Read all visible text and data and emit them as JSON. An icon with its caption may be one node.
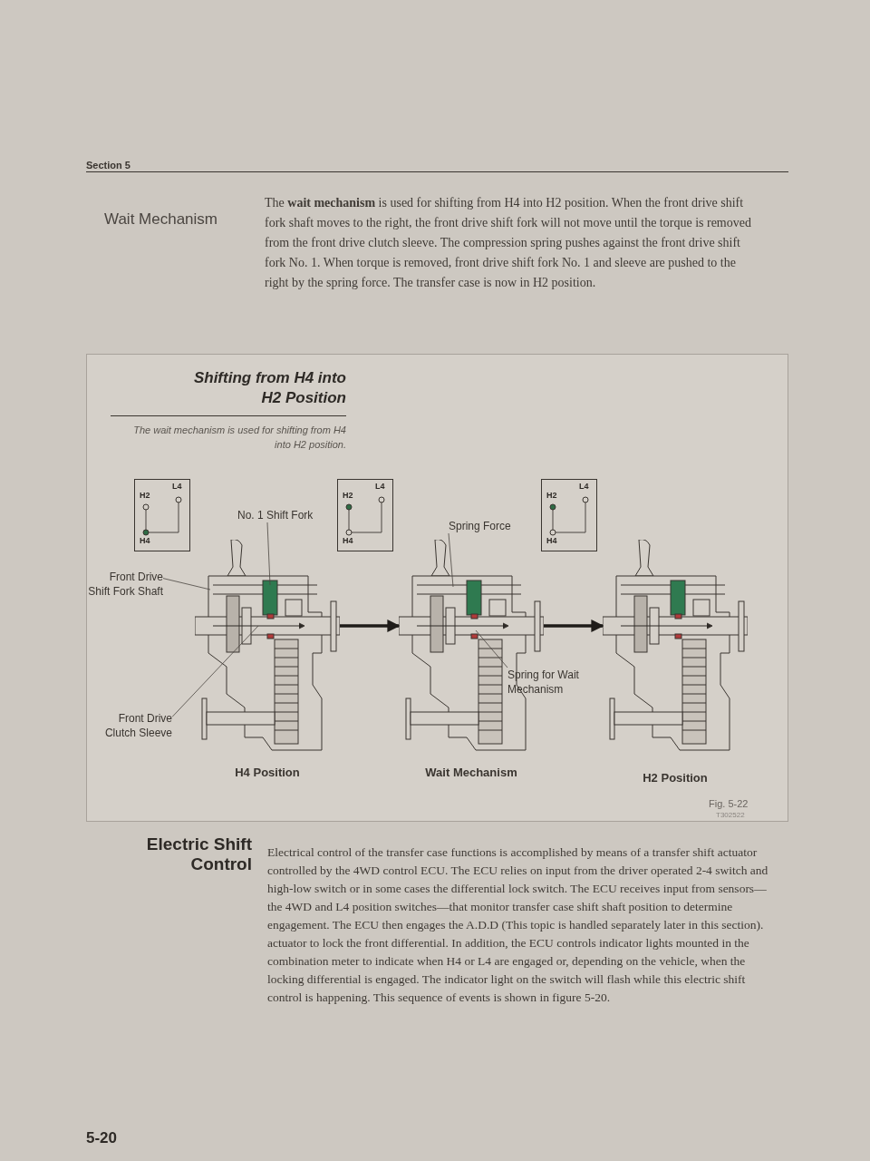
{
  "diagram": {
    "title": "Shifting from H4 into H2 Position",
    "caption": "The wait mechanism is used for shifting from H4 into H2 position.",
    "nodes": [
      {
        "text": [
          "H2",
          "L4",
          "H4"
        ]
      },
      {
        "text": [
          "H2",
          "L4",
          "H4"
        ]
      },
      {
        "text": [
          "H2",
          "L4",
          "H4"
        ]
      },
      {
        "text": [],
        "shape": "picture",
        "beside": [
          "H4 Position"
        ]
      },
      {
        "text": [],
        "shape": "picture",
        "beside": [
          "Wait Mechanism"
        ]
      },
      {
        "text": [],
        "shape": "picture",
        "beside": [
          "H2 Position"
        ]
      },
      {
        "text": [
          "No. 1 Shift Fork"
        ]
      },
      {
        "text": [
          "Spring Force"
        ]
      },
      {
        "text": [
          "Front Drive Shift Fork Shaft"
        ]
      },
      {
        "text": [
          "Spring for Wait Mechanism"
        ]
      },
      {
        "text": [
          "Front Drive Clutch Sleeve"
        ]
      }
    ],
    "edges": [
      {
        "from": 3,
        "to": 4,
        "arrow": "to",
        "style": "thick"
      },
      {
        "from": 4,
        "to": 5,
        "arrow": "to",
        "style": "thick"
      },
      {
        "from": 6,
        "to": 3,
        "arrow": "none"
      },
      {
        "from": 7,
        "to": 4,
        "arrow": "none"
      },
      {
        "from": 8,
        "to": 3,
        "arrow": "none"
      },
      {
        "from": 9,
        "to": 4,
        "arrow": "none"
      },
      {
        "from": 10,
        "to": 3,
        "arrow": "none"
      }
    ],
    "labels": [
      "Section 5",
      "Wait Mechanism",
      "The **wait mechanism** is used for shifting from H4 into H2 position. When the front drive shift fork shaft moves to the right, the front drive shift fork will not move until the torque is removed from the front drive clutch sleeve. The compression spring pushes against the front drive shift fork No. 1. When torque is removed, front drive shift fork No. 1 and sleeve are pushed to the right by the spring force. The transfer case is now in H2 position.",
      "Fig. 5-22",
      "T302522",
      "Electric Shift Control",
      "Electrical control of the transfer case functions is accomplished by means of a transfer shift actuator controlled by the 4WD control ECU. The ECU relies on input from the driver operated 2-4 switch and high-low switch or in some cases the differential lock switch. The ECU receives input from sensors—the 4WD and L4 position switches—that monitor transfer case shift shaft position to determine engagement. The ECU then engages the A.D.D (This topic is handled separately later in this section). actuator to lock the front differential. In addition, the ECU controls indicator lights mounted in the combination meter to indicate when H4 or L4 are engaged or, depending on the vehicle, when the locking differential is engaged. The indicator light on the switch will flash while this electric shift control is happening. This sequence of events is shown in figure 5-20.",
      "5-20"
    ]
  }
}
